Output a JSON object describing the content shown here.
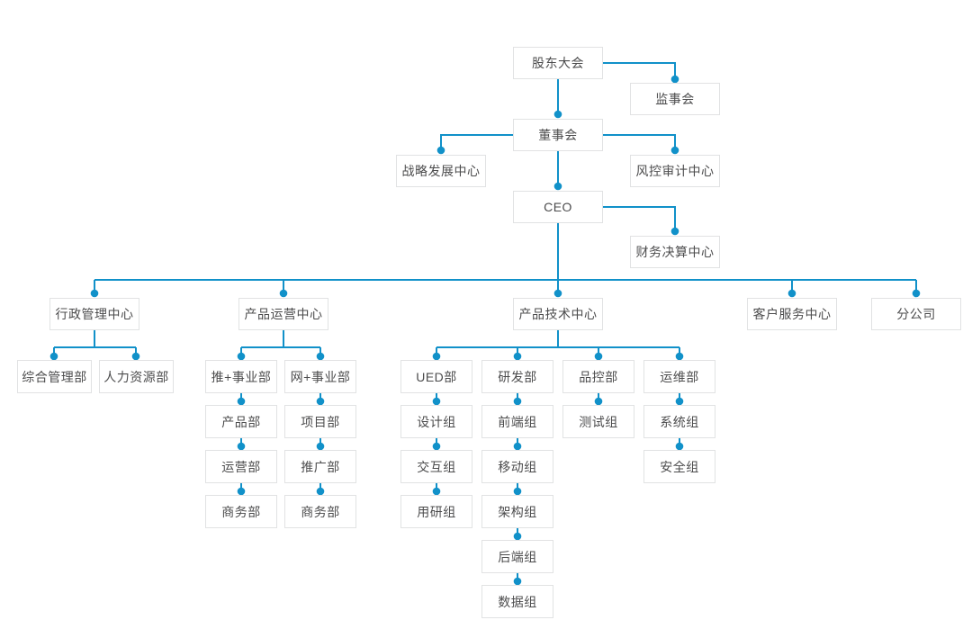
{
  "diagram": {
    "type": "org-chart",
    "nodes": {
      "shareholders": {
        "label": "股东大会"
      },
      "supervisory": {
        "label": "监事会"
      },
      "board": {
        "label": "董事会"
      },
      "strategy": {
        "label": "战略发展中心"
      },
      "risk_audit": {
        "label": "风控审计中心"
      },
      "ceo": {
        "label": "CEO"
      },
      "finance": {
        "label": "财务决算中心"
      },
      "admin_center": {
        "label": "行政管理中心"
      },
      "ops_center": {
        "label": "产品运营中心"
      },
      "tech_center": {
        "label": "产品技术中心"
      },
      "service_center": {
        "label": "客户服务中心"
      },
      "branch_office": {
        "label": "分公司"
      },
      "general_admin": {
        "label": "综合管理部"
      },
      "hr": {
        "label": "人力资源部"
      },
      "tui_division": {
        "label": "推+事业部"
      },
      "wang_division": {
        "label": "网+事业部"
      },
      "product_dept": {
        "label": "产品部"
      },
      "operation_dept": {
        "label": "运营部"
      },
      "business_dept_tui": {
        "label": "商务部"
      },
      "project_dept": {
        "label": "项目部"
      },
      "promotion_dept": {
        "label": "推广部"
      },
      "business_dept_wang": {
        "label": "商务部"
      },
      "ued_dept": {
        "label": "UED部"
      },
      "rd_dept": {
        "label": "研发部"
      },
      "qc_dept": {
        "label": "品控部"
      },
      "om_dept": {
        "label": "运维部"
      },
      "design_group": {
        "label": "设计组"
      },
      "interaction_group": {
        "label": "交互组"
      },
      "user_research_group": {
        "label": "用研组"
      },
      "frontend_group": {
        "label": "前端组"
      },
      "mobile_group": {
        "label": "移动组"
      },
      "architecture_group": {
        "label": "架构组"
      },
      "backend_group": {
        "label": "后端组"
      },
      "data_group": {
        "label": "数据组"
      },
      "testing_group": {
        "label": "测试组"
      },
      "system_group": {
        "label": "系统组"
      },
      "security_group": {
        "label": "安全组"
      }
    },
    "edges": [
      [
        "shareholders",
        "supervisory"
      ],
      [
        "shareholders",
        "board"
      ],
      [
        "board",
        "strategy"
      ],
      [
        "board",
        "risk_audit"
      ],
      [
        "board",
        "ceo"
      ],
      [
        "ceo",
        "finance"
      ],
      [
        "ceo",
        "admin_center"
      ],
      [
        "ceo",
        "ops_center"
      ],
      [
        "ceo",
        "tech_center"
      ],
      [
        "ceo",
        "service_center"
      ],
      [
        "ceo",
        "branch_office"
      ],
      [
        "admin_center",
        "general_admin"
      ],
      [
        "admin_center",
        "hr"
      ],
      [
        "ops_center",
        "tui_division"
      ],
      [
        "ops_center",
        "wang_division"
      ],
      [
        "tui_division",
        "product_dept"
      ],
      [
        "product_dept",
        "operation_dept"
      ],
      [
        "operation_dept",
        "business_dept_tui"
      ],
      [
        "wang_division",
        "project_dept"
      ],
      [
        "project_dept",
        "promotion_dept"
      ],
      [
        "promotion_dept",
        "business_dept_wang"
      ],
      [
        "tech_center",
        "ued_dept"
      ],
      [
        "tech_center",
        "rd_dept"
      ],
      [
        "tech_center",
        "qc_dept"
      ],
      [
        "tech_center",
        "om_dept"
      ],
      [
        "ued_dept",
        "design_group"
      ],
      [
        "design_group",
        "interaction_group"
      ],
      [
        "interaction_group",
        "user_research_group"
      ],
      [
        "rd_dept",
        "frontend_group"
      ],
      [
        "frontend_group",
        "mobile_group"
      ],
      [
        "mobile_group",
        "architecture_group"
      ],
      [
        "architecture_group",
        "backend_group"
      ],
      [
        "backend_group",
        "data_group"
      ],
      [
        "qc_dept",
        "testing_group"
      ],
      [
        "om_dept",
        "system_group"
      ],
      [
        "system_group",
        "security_group"
      ]
    ],
    "colors": {
      "line": "#1191c9",
      "dot": "#1191c9",
      "box_border": "#e1e2e3",
      "box_fill": "#ffffff",
      "text": "#4c4c4d",
      "background": "#ffffff"
    }
  }
}
